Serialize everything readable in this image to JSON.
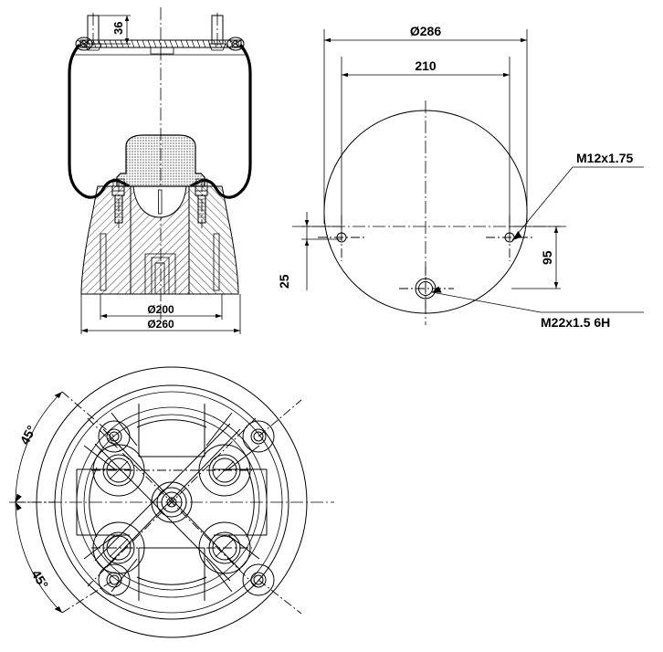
{
  "drawing": {
    "title": "Air spring technical drawing",
    "background": "#ffffff",
    "line_color": "#000000",
    "views": [
      {
        "name": "section-view",
        "position": "top-left"
      },
      {
        "name": "top-plan-view",
        "position": "top-right"
      },
      {
        "name": "bottom-plan-view",
        "position": "bottom-left"
      }
    ]
  },
  "section_view": {
    "dimensions": {
      "stud_height": "36",
      "inner_diameter": "Ø200",
      "outer_diameter": "Ø260"
    }
  },
  "top_view": {
    "dimensions": {
      "outer_diameter": "Ø286",
      "bolt_span": "210",
      "vertical_offset": "95",
      "lower_offset": "25"
    },
    "callouts": {
      "stud_thread": "M12x1.75",
      "port_thread": "M22x1.5 6H"
    }
  },
  "bottom_view": {
    "angles": {
      "upper": "45°",
      "lower": "45°"
    }
  }
}
